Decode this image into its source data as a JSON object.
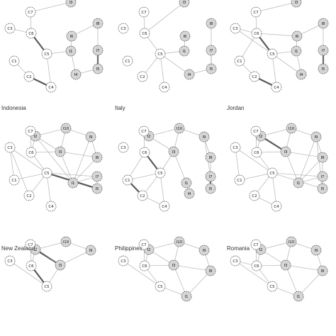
{
  "colors": {
    "edge": "#a0a0a0",
    "strong_edge": "#5a5a5a",
    "item_fill": "#d6d6d6",
    "control_fill": "#ffffff",
    "node_stroke": "#444444"
  },
  "panels": [
    {
      "title": "",
      "nodes": [
        "C7",
        "C6",
        "C3",
        "C5",
        "C1",
        "C2",
        "C4",
        "I3",
        "I8",
        "I6",
        "I1",
        "I7",
        "I5",
        "I4"
      ],
      "edges": [
        [
          "C7",
          "C6",
          1
        ],
        [
          "C6",
          "C5",
          2
        ],
        [
          "C6",
          "C3",
          1
        ],
        [
          "C2",
          "C4",
          2
        ],
        [
          "C1",
          "C2",
          1
        ],
        [
          "I7",
          "I5",
          2
        ],
        [
          "I8",
          "I5",
          1
        ],
        [
          "I6",
          "I1",
          1
        ],
        [
          "C5",
          "C4",
          1
        ],
        [
          "C5",
          "I1",
          1
        ],
        [
          "I1",
          "I4",
          1
        ],
        [
          "C7",
          "I3",
          1
        ],
        [
          "I6",
          "I8",
          1
        ],
        [
          "I5",
          "I4",
          1
        ]
      ]
    },
    {
      "title": "",
      "nodes": [
        "C7",
        "C6",
        "C3",
        "C5",
        "C1",
        "C2",
        "C4",
        "I3",
        "I8",
        "I6",
        "I1",
        "I7",
        "I5",
        "I4"
      ],
      "edges": [
        [
          "C7",
          "C6",
          1
        ],
        [
          "C6",
          "C5",
          1
        ],
        [
          "C5",
          "I1",
          1
        ],
        [
          "I6",
          "I1",
          1
        ],
        [
          "I7",
          "I5",
          1
        ],
        [
          "C5",
          "I4",
          1
        ],
        [
          "I4",
          "I5",
          1
        ],
        [
          "C5",
          "C4",
          1
        ],
        [
          "C5",
          "C2",
          1
        ],
        [
          "C6",
          "I3",
          1
        ],
        [
          "I8",
          "I5",
          1
        ]
      ]
    },
    {
      "title": "",
      "nodes": [
        "C7",
        "C6",
        "C3",
        "C5",
        "C1",
        "C2",
        "C4",
        "I3",
        "I8",
        "I6",
        "I1",
        "I7",
        "I5",
        "I4"
      ],
      "edges": [
        [
          "C7",
          "C6",
          1
        ],
        [
          "C6",
          "C5",
          2
        ],
        [
          "C6",
          "C3",
          1
        ],
        [
          "C2",
          "C4",
          2
        ],
        [
          "C1",
          "C2",
          1
        ],
        [
          "I7",
          "I5",
          2
        ],
        [
          "I8",
          "I5",
          1
        ],
        [
          "I6",
          "I1",
          1
        ],
        [
          "C5",
          "C4",
          1
        ],
        [
          "C5",
          "I1",
          1
        ],
        [
          "I1",
          "I4",
          1
        ],
        [
          "C7",
          "I3",
          1
        ],
        [
          "I6",
          "I8",
          1
        ],
        [
          "C5",
          "I4",
          1
        ],
        [
          "C6",
          "I6",
          1
        ],
        [
          "C3",
          "C5",
          1
        ],
        [
          "C1",
          "C6",
          1
        ]
      ]
    },
    {
      "title": "Indonesia",
      "nodes": [
        "I2",
        "I10",
        "I9",
        "C7",
        "I3",
        "I8",
        "C3",
        "C6",
        "I1",
        "C5",
        "C1",
        "I7",
        "I5",
        "C2",
        "C4"
      ],
      "edges": [
        [
          "I2",
          "I10",
          1
        ],
        [
          "I10",
          "I9",
          1
        ],
        [
          "I2",
          "I3",
          1
        ],
        [
          "I3",
          "I1",
          1
        ],
        [
          "I1",
          "I8",
          1
        ],
        [
          "C7",
          "C6",
          1
        ],
        [
          "C6",
          "C5",
          1
        ],
        [
          "C3",
          "C5",
          1
        ],
        [
          "C5",
          "I5",
          2
        ],
        [
          "C5",
          "I7",
          1
        ],
        [
          "C1",
          "C5",
          1
        ],
        [
          "C2",
          "C5",
          1
        ],
        [
          "C4",
          "C5",
          1
        ],
        [
          "I2",
          "C6",
          1
        ],
        [
          "I3",
          "I8",
          1
        ],
        [
          "I9",
          "I8",
          1
        ],
        [
          "I10",
          "I3",
          1
        ],
        [
          "I1",
          "I7",
          1
        ],
        [
          "I7",
          "I5",
          1
        ],
        [
          "C3",
          "C2",
          1
        ],
        [
          "C3",
          "C1",
          1
        ],
        [
          "I9",
          "I1",
          1
        ],
        [
          "I2",
          "I1",
          1
        ],
        [
          "C6",
          "I3",
          1
        ]
      ]
    },
    {
      "title": "Italy",
      "nodes": [
        "I2",
        "I10",
        "I9",
        "C7",
        "I3",
        "I8",
        "C3",
        "C6",
        "I1",
        "C5",
        "C1",
        "I7",
        "I5",
        "C2",
        "C4",
        "I4"
      ],
      "edges": [
        [
          "I2",
          "I10",
          1
        ],
        [
          "I10",
          "I9",
          1
        ],
        [
          "I2",
          "I3",
          1
        ],
        [
          "I3",
          "I1",
          1
        ],
        [
          "C6",
          "C5",
          2
        ],
        [
          "C1",
          "C5",
          1
        ],
        [
          "C1",
          "C6",
          1
        ],
        [
          "C1",
          "C2",
          2
        ],
        [
          "C2",
          "C4",
          1
        ],
        [
          "C5",
          "C4",
          1
        ],
        [
          "I7",
          "I5",
          2
        ],
        [
          "I8",
          "I5",
          1
        ],
        [
          "I9",
          "I8",
          1
        ],
        [
          "I1",
          "I4",
          1
        ],
        [
          "I3",
          "C5",
          1
        ],
        [
          "C7",
          "C6",
          1
        ],
        [
          "I10",
          "I3",
          1
        ],
        [
          "I9",
          "I7",
          1
        ],
        [
          "C2",
          "C5",
          1
        ]
      ]
    },
    {
      "title": "Jordan",
      "nodes": [
        "I2",
        "I10",
        "I9",
        "C7",
        "I3",
        "I8",
        "C3",
        "C6",
        "I1",
        "C5",
        "C1",
        "I7",
        "I5",
        "C2",
        "C4"
      ],
      "edges": [
        [
          "I2",
          "I3",
          2
        ],
        [
          "I2",
          "I10",
          1
        ],
        [
          "I10",
          "I9",
          1
        ],
        [
          "I9",
          "I8",
          1
        ],
        [
          "I3",
          "I1",
          1
        ],
        [
          "I1",
          "I8",
          1
        ],
        [
          "C7",
          "C6",
          1
        ],
        [
          "C6",
          "C5",
          1
        ],
        [
          "C3",
          "C5",
          1
        ],
        [
          "C5",
          "I5",
          1
        ],
        [
          "C5",
          "I7",
          1
        ],
        [
          "C1",
          "C5",
          1
        ],
        [
          "C2",
          "C5",
          1
        ],
        [
          "C4",
          "C5",
          1
        ],
        [
          "I2",
          "C6",
          1
        ],
        [
          "I3",
          "I8",
          1
        ],
        [
          "I1",
          "I7",
          1
        ],
        [
          "I7",
          "I5",
          1
        ],
        [
          "C3",
          "C1",
          1
        ],
        [
          "I9",
          "I1",
          1
        ],
        [
          "C6",
          "I3",
          1
        ],
        [
          "I10",
          "I3",
          1
        ],
        [
          "C2",
          "C4",
          1
        ],
        [
          "I9",
          "I5",
          1
        ],
        [
          "I8",
          "I5",
          1
        ]
      ]
    },
    {
      "title": "New Zealand",
      "nodes": [
        "I2",
        "I10",
        "I9",
        "C7",
        "I3",
        "C3",
        "C6",
        "C5"
      ],
      "edges": [
        [
          "I2",
          "I3",
          2
        ],
        [
          "I2",
          "I10",
          1
        ],
        [
          "I10",
          "I9",
          1
        ],
        [
          "C7",
          "C6",
          1
        ],
        [
          "C6",
          "C5",
          2
        ],
        [
          "C3",
          "C5",
          1
        ],
        [
          "I3",
          "C5",
          1
        ],
        [
          "C7",
          "I3",
          1
        ],
        [
          "I9",
          "I3",
          1
        ],
        [
          "C6",
          "I2",
          1
        ]
      ]
    },
    {
      "title": "Philippines",
      "nodes": [
        "I2",
        "I10",
        "I9",
        "C7",
        "I3",
        "I8",
        "C3",
        "C6",
        "I1",
        "C5"
      ],
      "edges": [
        [
          "I2",
          "I10",
          1
        ],
        [
          "I10",
          "I9",
          1
        ],
        [
          "I2",
          "I3",
          1
        ],
        [
          "I3",
          "I1",
          1
        ],
        [
          "I3",
          "I8",
          1
        ],
        [
          "C7",
          "C6",
          1
        ],
        [
          "C6",
          "C5",
          1
        ],
        [
          "C3",
          "C5",
          1
        ],
        [
          "I9",
          "I8",
          1
        ],
        [
          "I8",
          "I1",
          1
        ],
        [
          "I2",
          "C6",
          1
        ],
        [
          "C5",
          "I1",
          1
        ],
        [
          "I10",
          "I3",
          1
        ],
        [
          "C6",
          "I3",
          1
        ]
      ]
    },
    {
      "title": "Romania",
      "nodes": [
        "I2",
        "I10",
        "I9",
        "C7",
        "I3",
        "I8",
        "C3",
        "C6",
        "I1",
        "C5"
      ],
      "edges": [
        [
          "I2",
          "I3",
          1
        ],
        [
          "I2",
          "I10",
          1
        ],
        [
          "I10",
          "I9",
          1
        ],
        [
          "I3",
          "I1",
          1
        ],
        [
          "I3",
          "I8",
          1
        ],
        [
          "C7",
          "C6",
          1
        ],
        [
          "C6",
          "C5",
          1
        ],
        [
          "C3",
          "C5",
          1
        ],
        [
          "I9",
          "I8",
          1
        ],
        [
          "I8",
          "I1",
          1
        ],
        [
          "I2",
          "C6",
          1
        ],
        [
          "C5",
          "I1",
          1
        ],
        [
          "I10",
          "I3",
          1
        ],
        [
          "C6",
          "I3",
          1
        ],
        [
          "C3",
          "C6",
          1
        ]
      ]
    }
  ]
}
